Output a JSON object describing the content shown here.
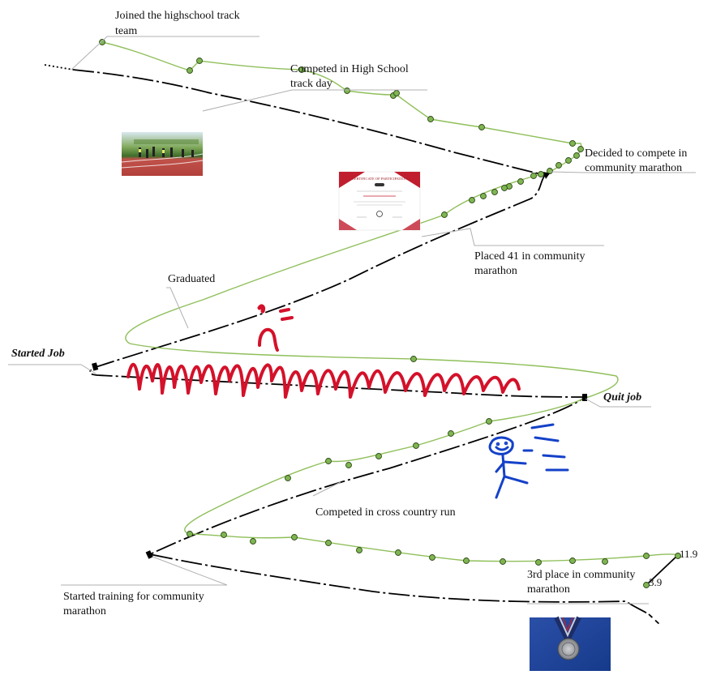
{
  "annotations": {
    "joined_team": [
      "Joined the highschool track",
      "team"
    ],
    "competed_track_day": [
      "Competed in High School",
      "track day"
    ],
    "decided_marathon": [
      "Decided to compete in",
      "community marathon"
    ],
    "placed_41": [
      "Placed 41 in community",
      "marathon"
    ],
    "graduated": [
      "Graduated"
    ],
    "started_job": [
      "Started Job"
    ],
    "quit_job": [
      "Quit job"
    ],
    "cross_country": [
      "Competed in cross country run"
    ],
    "started_training": [
      "Started training for community",
      "marathon"
    ],
    "third_place": [
      "3rd place in community",
      "marathon"
    ]
  },
  "values": {
    "end_high": "11.9",
    "end_low": "3.9"
  },
  "colors": {
    "green_line": "#8fbf5a",
    "dot_fill": "#7fb552",
    "black_line": "#000000",
    "red_scribble": "#d4112a",
    "blue_doodle": "#1441c8",
    "callout": "#b0b0b0"
  },
  "images": {
    "track_photo": "running-track-photo",
    "certificate": "certificate-of-participation",
    "certificate_title": "CERTIFICATE OF PARTICIPATION",
    "medal": "medal-photo"
  }
}
